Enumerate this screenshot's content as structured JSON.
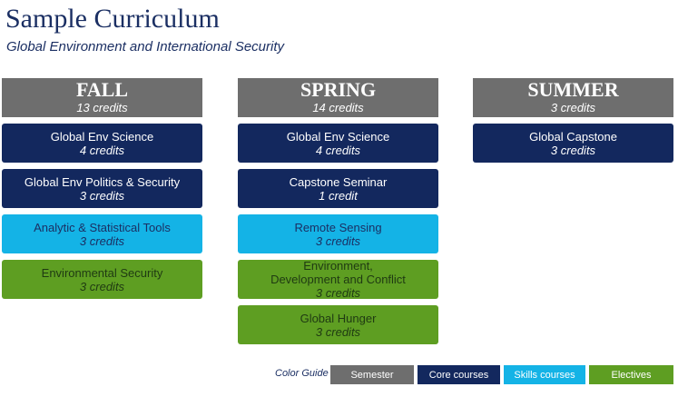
{
  "title": "Sample Curriculum",
  "subtitle": "Global Environment and International Security",
  "columns": [
    {
      "name": "FALL",
      "credits": "13 credits",
      "courses": [
        {
          "name": "Global Env Science",
          "credits": "4 credits",
          "type": "core"
        },
        {
          "name": "Global Env Politics & Security",
          "credits": "3 credits",
          "type": "core"
        },
        {
          "name": "Analytic & Statistical Tools",
          "credits": "3 credits",
          "type": "skills"
        },
        {
          "name": "Environmental Security",
          "credits": "3 credits",
          "type": "elective"
        }
      ]
    },
    {
      "name": "SPRING",
      "credits": "14 credits",
      "courses": [
        {
          "name": "Global Env Science",
          "credits": "4 credits",
          "type": "core"
        },
        {
          "name": "Capstone Seminar",
          "credits": "1 credit",
          "type": "core"
        },
        {
          "name": "Remote Sensing",
          "credits": "3 credits",
          "type": "skills"
        },
        {
          "name_line1": "Environment,",
          "name_line2": "Development and Conflict",
          "credits": "3 credits",
          "type": "elective"
        },
        {
          "name": "Global Hunger",
          "credits": "3 credits",
          "type": "elective"
        }
      ]
    },
    {
      "name": "SUMMER",
      "credits": "3 credits",
      "courses": [
        {
          "name": "Global Capstone",
          "credits": "3 credits",
          "type": "core"
        }
      ]
    }
  ],
  "color_guide": {
    "label": "Color Guide",
    "items": [
      {
        "label": "Semester",
        "color": "#6e6e6e"
      },
      {
        "label": "Core courses",
        "color": "#13285e"
      },
      {
        "label": "Skills courses",
        "color": "#14b3e6"
      },
      {
        "label": "Electives",
        "color": "#5e9e22"
      }
    ]
  }
}
